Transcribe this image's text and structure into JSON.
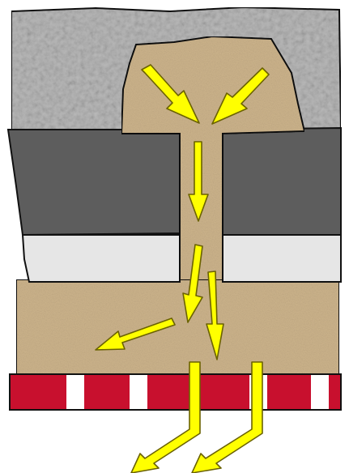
{
  "diagram": {
    "colors": {
      "gravel": "#b9b9b9",
      "clay_dark": "#5d5d5d",
      "clay_light": "#e6e6e6",
      "sand": "#cdb48c",
      "pipe_red": "#c8102e",
      "pipe_white": "#ffffff",
      "arrow_fill": "#ffff00",
      "arrow_stroke": "#6b6200",
      "outline": "#111111"
    },
    "layers": [
      "gravel",
      "dark-clay",
      "light-clay",
      "sand",
      "drain-pipe"
    ],
    "flow_arrows": 8,
    "pipe_outlets": 2
  }
}
